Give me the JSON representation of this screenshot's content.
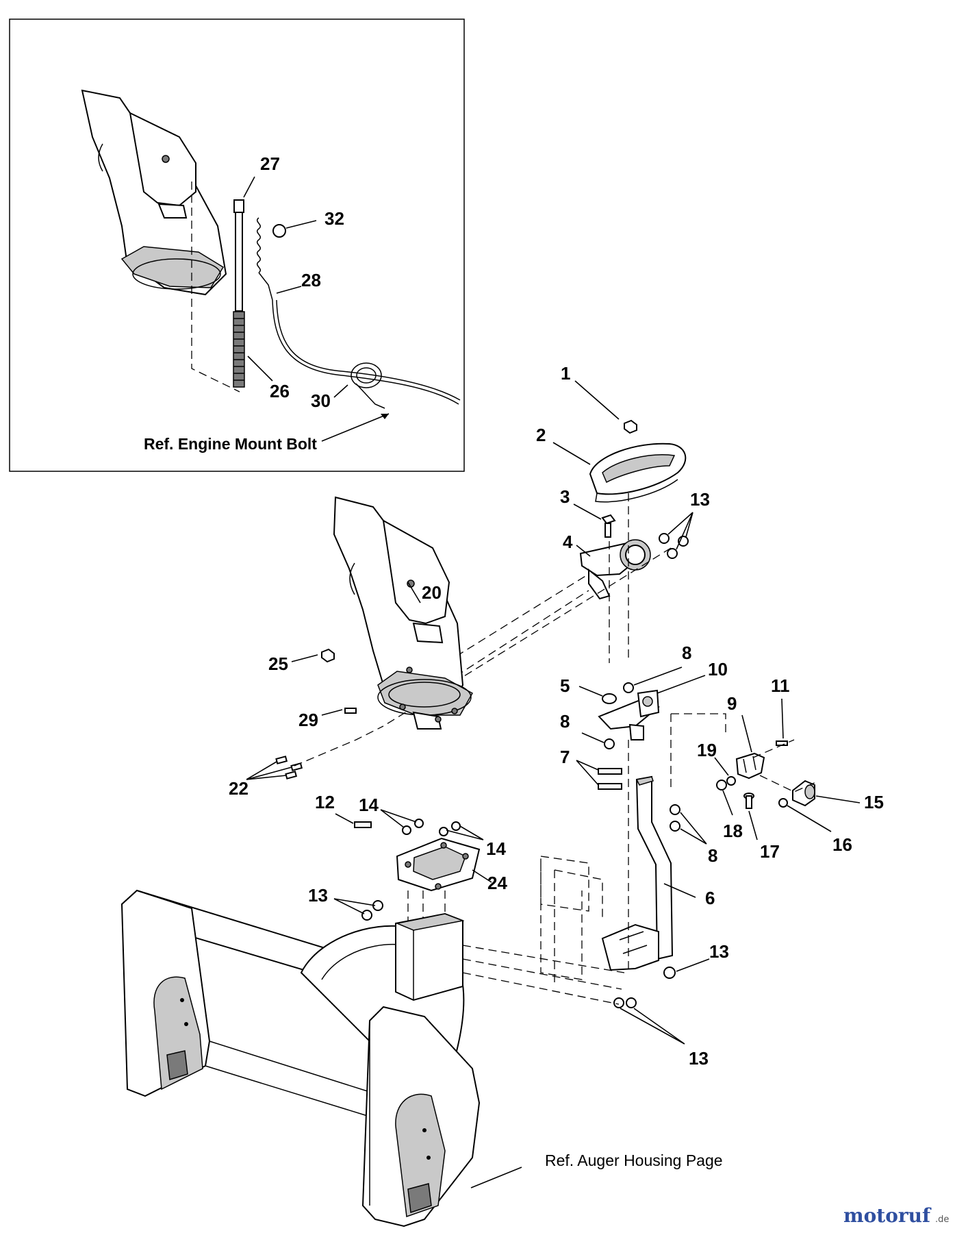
{
  "callouts": {
    "c1": "1",
    "c2": "2",
    "c3": "3",
    "c4": "4",
    "c5": "5",
    "c6": "6",
    "c7": "7",
    "c8a": "8",
    "c8b": "8",
    "c8c": "8",
    "c9": "9",
    "c10": "10",
    "c11": "11",
    "c12": "12",
    "c13a": "13",
    "c13b": "13",
    "c13c": "13",
    "c13d": "13",
    "c14a": "14",
    "c14b": "14",
    "c15": "15",
    "c16": "16",
    "c17": "17",
    "c18": "18",
    "c19": "19",
    "c20": "20",
    "c22": "22",
    "c24": "24",
    "c25": "25",
    "c26": "26",
    "c27": "27",
    "c28": "28",
    "c29": "29",
    "c30": "30",
    "c32": "32"
  },
  "references": {
    "engine_mount_bolt": "Ref. Engine Mount Bolt",
    "auger_housing_page": "Ref. Auger Housing Page"
  },
  "watermark": {
    "brand": "motoruf",
    "tld": ".de",
    "colors": [
      "#2f4fa0",
      "#c0392b",
      "#e0a800",
      "#2e8b57"
    ]
  }
}
